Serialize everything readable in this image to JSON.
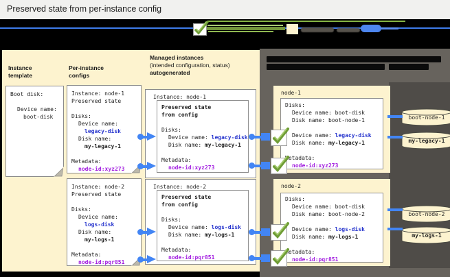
{
  "title_bar": {
    "title": "Preserved state from per-instance config"
  },
  "colors": {
    "accent_blue": "#4285f4",
    "legend_line_blue": "#3f7ceb",
    "beige_panel": "#fdf3cf",
    "dark_panel": "#67635d",
    "check_green": "#6f9d35",
    "value_blue": "#2533cd",
    "value_magenta": "#a21de0"
  },
  "headings": {
    "instance_template": [
      "Instance",
      "template"
    ],
    "per_instance_configs": [
      "Per-instance",
      "configs"
    ],
    "managed_instances": [
      "Managed instances",
      "(intended configuration, status)",
      "autogenerated"
    ]
  },
  "template_box": {
    "boot_disk_label": "Boot disk:",
    "device_name_label": "Device name:",
    "device_name": "boot-disk"
  },
  "per_instance_configs": [
    {
      "instance": "Instance: node-1",
      "state": "Preserved state",
      "disks_label": "Disks:",
      "device_name_label": "Device name:",
      "device_name": "legacy-disk",
      "disk_name_label": "Disk name:",
      "disk_name": "my-legacy-1",
      "metadata_label": "Metadata:",
      "metadata": "node-id:xyz273"
    },
    {
      "instance": "Instance: node-2",
      "state": "Preserved state",
      "disks_label": "Disks:",
      "device_name_label": "Device name:",
      "device_name": "logs-disk",
      "disk_name_label": "Disk name:",
      "disk_name": "my-logs-1",
      "metadata_label": "Metadata:",
      "metadata": "node-id:pqr851"
    }
  ],
  "managed_instances": [
    {
      "instance": "Instance: node-1",
      "preserved_line1": "Preserved state",
      "preserved_line2": "from config",
      "disks_label": "Disks:",
      "device_name_label": "Device name: ",
      "device_name": "legacy-disk",
      "disk_name_label": "Disk name: ",
      "disk_name": "my-legacy-1",
      "metadata_label": "Metadata:",
      "metadata": "node-id:xyz273"
    },
    {
      "instance": "Instance: node-2",
      "preserved_line1": "Preserved state",
      "preserved_line2": "from config",
      "disks_label": "Disks:",
      "device_name_label": "Device name: ",
      "device_name": "logs-disk",
      "disk_name_label": "Disk name: ",
      "disk_name": "my-logs-1",
      "metadata_label": "Metadata:",
      "metadata": "node-id:pqr851"
    }
  ],
  "vm_instances": [
    {
      "name": "node-1",
      "disks_label": "Disks:",
      "boot_device": "Device name: boot-disk",
      "boot_disk": "Disk name: boot-node-1",
      "device_name_label": "Device name: ",
      "device_name": "legacy-disk",
      "disk_name_label": "Disk name: ",
      "disk_name": "my-legacy-1",
      "metadata_label": "Metadata:",
      "metadata": "node-id:xyz273"
    },
    {
      "name": "node-2",
      "disks_label": "Disks:",
      "boot_device": "Device name: boot-disk",
      "boot_disk": "Disk name: boot-node-2",
      "device_name_label": "Device name: ",
      "device_name": "logs-disk",
      "disk_name_label": "Disk name: ",
      "disk_name": "my-logs-1",
      "metadata_label": "Metadata:",
      "metadata": "node-id:pqr851"
    }
  ],
  "disk_cylinders": [
    {
      "label": "boot-node-1"
    },
    {
      "label": "my-legacy-1"
    },
    {
      "label": "boot-node-2"
    },
    {
      "label": "my-logs-1"
    }
  ]
}
